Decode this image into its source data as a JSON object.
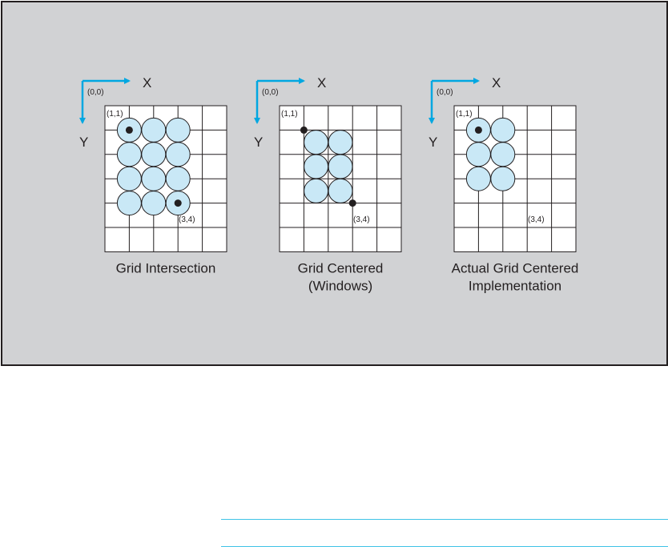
{
  "figure": {
    "background_color": "#d1d2d4",
    "border_color": "#231f20",
    "accent_color": "#00a7e1",
    "circle_fill": "#c9e8f6",
    "grid_line_color": "#231f20",
    "panels": [
      {
        "axis_x_label": "X",
        "axis_y_label": "Y",
        "origin_label": "(0,0)",
        "start_label": "(1,1)",
        "end_label": "(3,4)",
        "caption_lines": [
          "Grid Intersection"
        ],
        "circles": [
          [
            1,
            1
          ],
          [
            2,
            1
          ],
          [
            3,
            1
          ],
          [
            1,
            2
          ],
          [
            2,
            2
          ],
          [
            3,
            2
          ],
          [
            1,
            3
          ],
          [
            2,
            3
          ],
          [
            3,
            3
          ],
          [
            1,
            4
          ],
          [
            2,
            4
          ],
          [
            3,
            4
          ]
        ],
        "circle_placement": "intersection",
        "dots": [
          [
            1,
            1
          ],
          [
            3,
            4
          ]
        ]
      },
      {
        "axis_x_label": "X",
        "axis_y_label": "Y",
        "origin_label": "(0,0)",
        "start_label": "(1,1)",
        "end_label": "(3,4)",
        "caption_lines": [
          "Grid Centered",
          "(Windows)"
        ],
        "circles": [
          [
            1,
            1
          ],
          [
            2,
            1
          ],
          [
            1,
            2
          ],
          [
            2,
            2
          ],
          [
            1,
            3
          ],
          [
            2,
            3
          ]
        ],
        "circle_placement": "cell-center",
        "dots": [
          [
            1,
            1
          ],
          [
            3,
            4
          ]
        ]
      },
      {
        "axis_x_label": "X",
        "axis_y_label": "Y",
        "origin_label": "(0,0)",
        "start_label": "(1,1)",
        "end_label": "(3,4)",
        "caption_lines": [
          "Actual Grid Centered",
          "Implementation"
        ],
        "circles": [
          [
            1,
            1
          ],
          [
            2,
            1
          ],
          [
            1,
            2
          ],
          [
            2,
            2
          ],
          [
            1,
            3
          ],
          [
            2,
            3
          ]
        ],
        "circle_placement": "intersection",
        "dots": [
          [
            1,
            1
          ]
        ]
      }
    ]
  }
}
